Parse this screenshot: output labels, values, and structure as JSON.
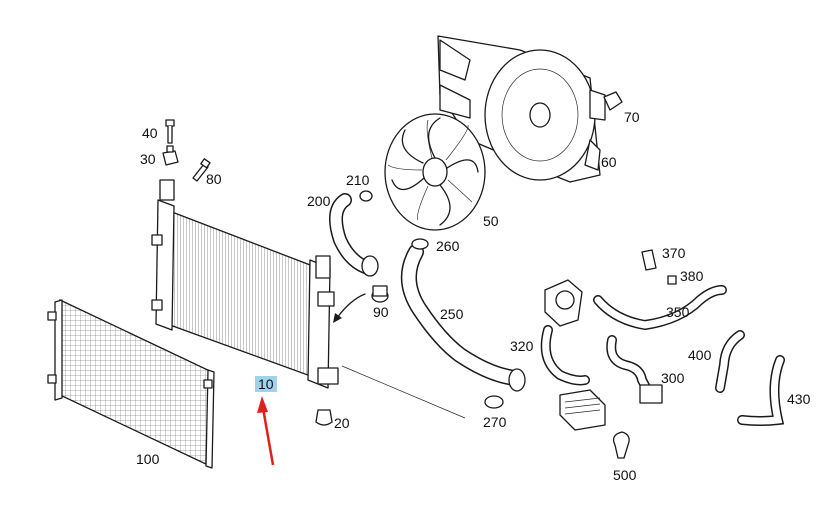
{
  "labels": {
    "p10": "10",
    "p20": "20",
    "p30": "30",
    "p40": "40",
    "p50": "50",
    "p60": "60",
    "p70": "70",
    "p80": "80",
    "p90": "90",
    "p100": "100",
    "p200": "200",
    "p210": "210",
    "p250": "250",
    "p260": "260",
    "p270": "270",
    "p300": "300",
    "p320": "320",
    "p350": "350",
    "p370": "370",
    "p380": "380",
    "p400": "400",
    "p430": "430",
    "p500": "500"
  },
  "highlight": {
    "label": "10",
    "color": "#9fd3ec",
    "arrow_color": "#e0201b"
  }
}
